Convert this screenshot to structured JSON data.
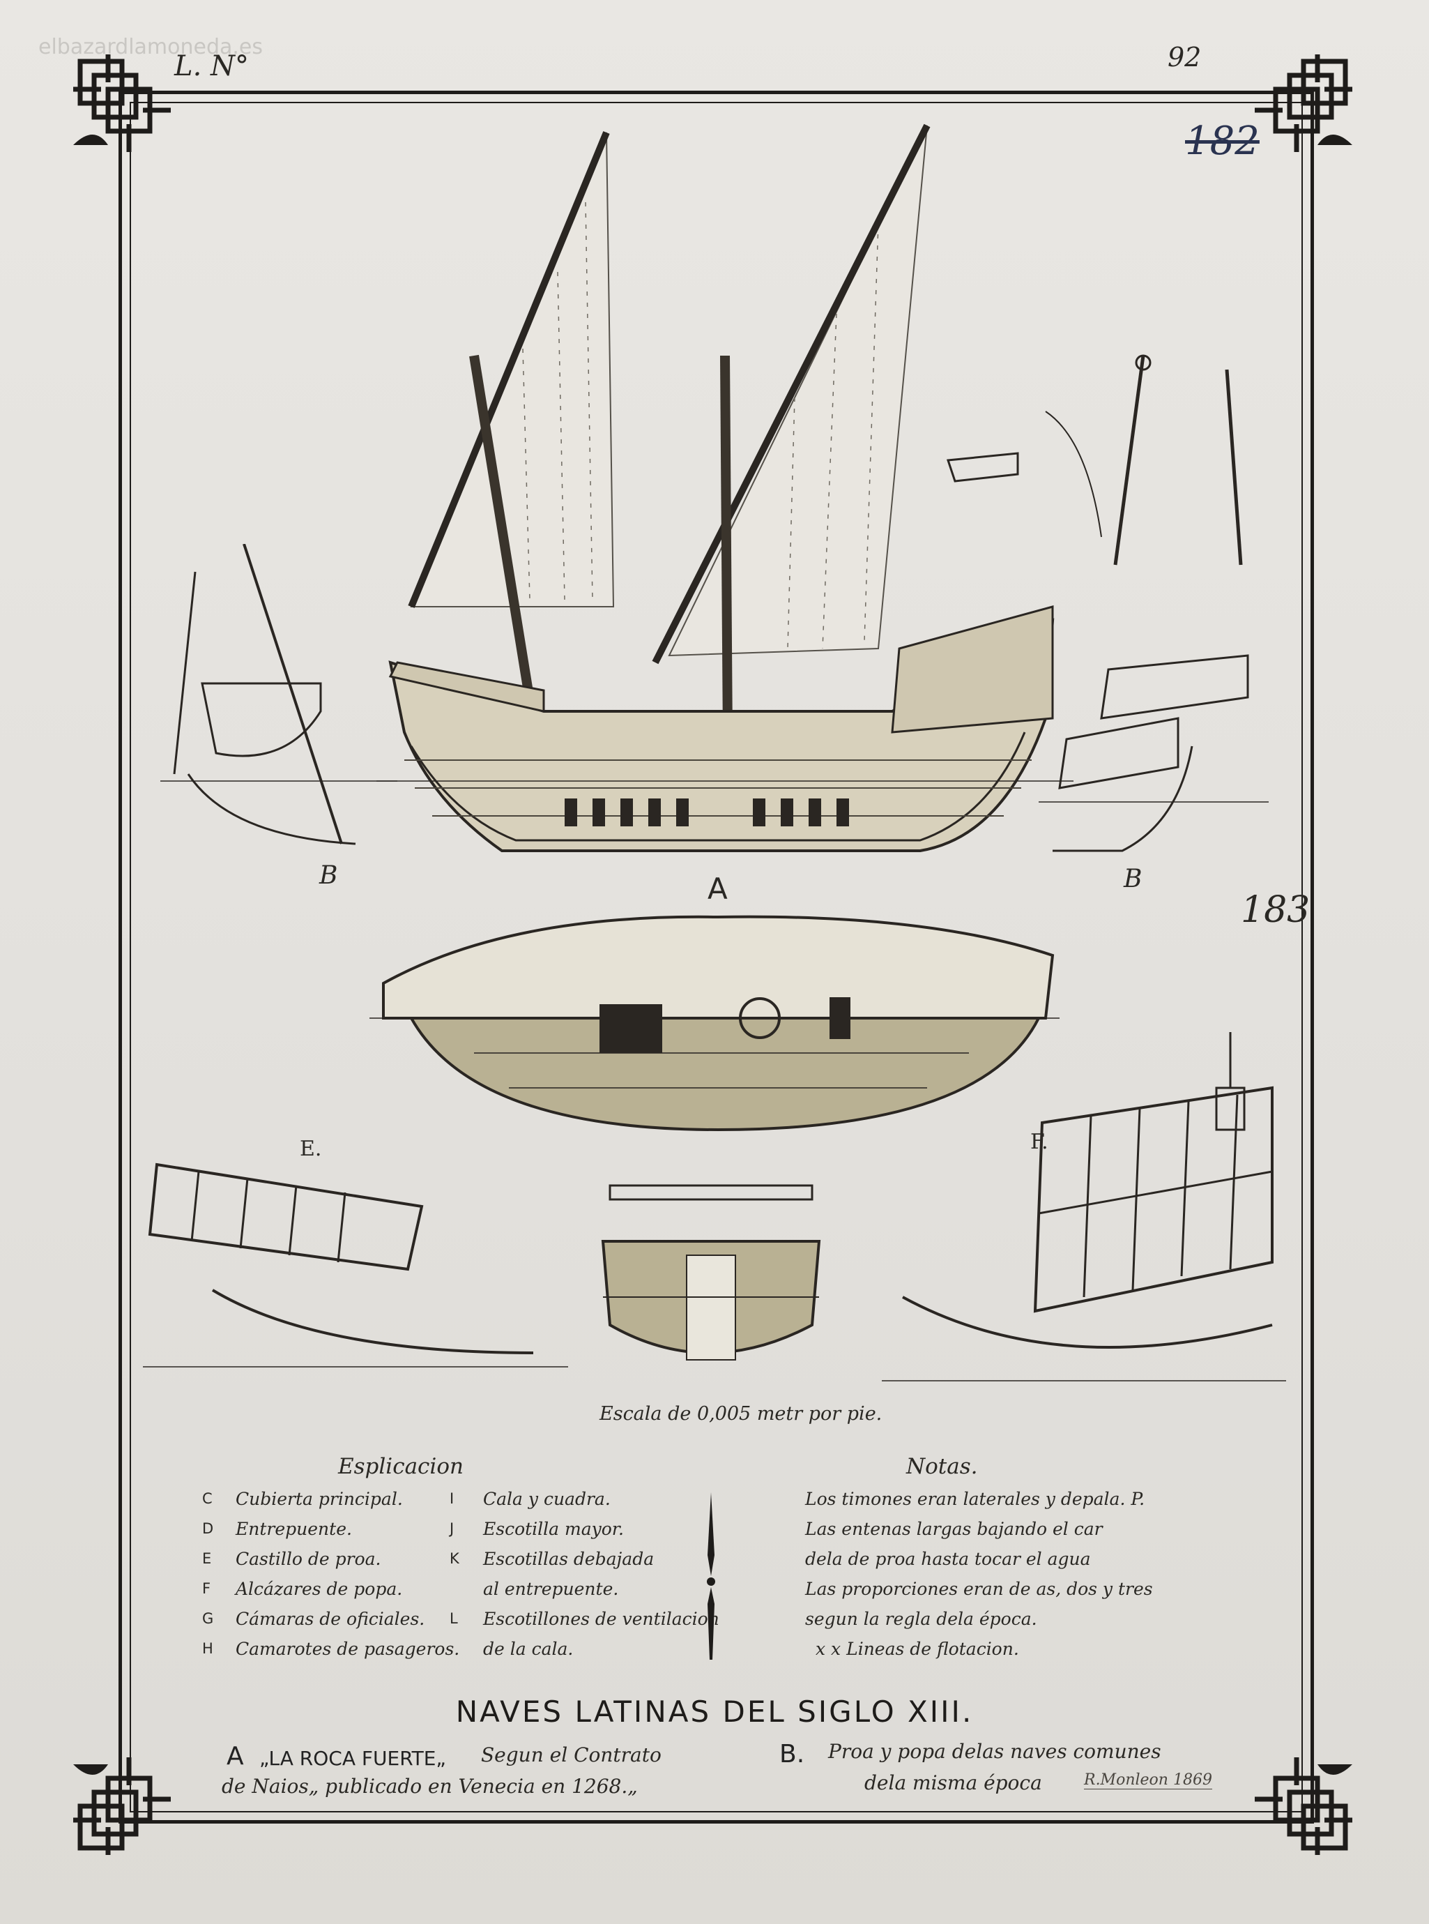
{
  "watermark": "elbazardlamoneda.es",
  "header": {
    "sheet_ref": "L. N°",
    "page_number": "92",
    "crossed_number": "182",
    "side_number": "183"
  },
  "figure_labels": {
    "main": "A",
    "bow_left": "B",
    "bow_right": "B",
    "detail_e": "E.",
    "detail_f": "F."
  },
  "scale_note": "Escala de 0,005 metr por pie.",
  "explicacion": {
    "heading": "Esplicacion",
    "items": [
      {
        "key": "C",
        "text": "Cubierta principal."
      },
      {
        "key": "D",
        "text": "Entrepuente."
      },
      {
        "key": "E",
        "text": "Castillo de proa."
      },
      {
        "key": "F",
        "text": "Alcázares de popa."
      },
      {
        "key": "G",
        "text": "Cámaras de oficiales."
      },
      {
        "key": "H",
        "text": "Camarotes de pasageros."
      }
    ],
    "items2": [
      {
        "key": "I",
        "text": "Cala y cuadra."
      },
      {
        "key": "J",
        "text": "Escotilla mayor."
      },
      {
        "key": "K",
        "text": "Escotillas debajada"
      },
      {
        "key": "",
        "text": "al entrepuente."
      },
      {
        "key": "L",
        "text": "Escotillones de ventilacion"
      },
      {
        "key": "",
        "text": "de la cala."
      }
    ]
  },
  "notas": {
    "heading": "Notas.",
    "lines": [
      "Los timones eran laterales y depala. P.",
      "Las entenas largas bajando el car",
      "dela de proa hasta tocar el agua",
      "Las proporciones eran de as, dos y tres",
      "segun la regla dela época.",
      "x x  Lineas de flotacion."
    ]
  },
  "title": "NAVES LATINAS DEL SIGLO XIII.",
  "caption_a": {
    "letter": "A",
    "name": "„LA ROCA FUERTE„",
    "line1": "Segun el Contrato",
    "line2": "de Naios„ publicado en Venecia en 1268.„"
  },
  "caption_b": {
    "letter": "B.",
    "line1": "Proa y popa delas naves comunes",
    "line2": "dela misma época"
  },
  "signature": "R.Monleon 1869"
}
